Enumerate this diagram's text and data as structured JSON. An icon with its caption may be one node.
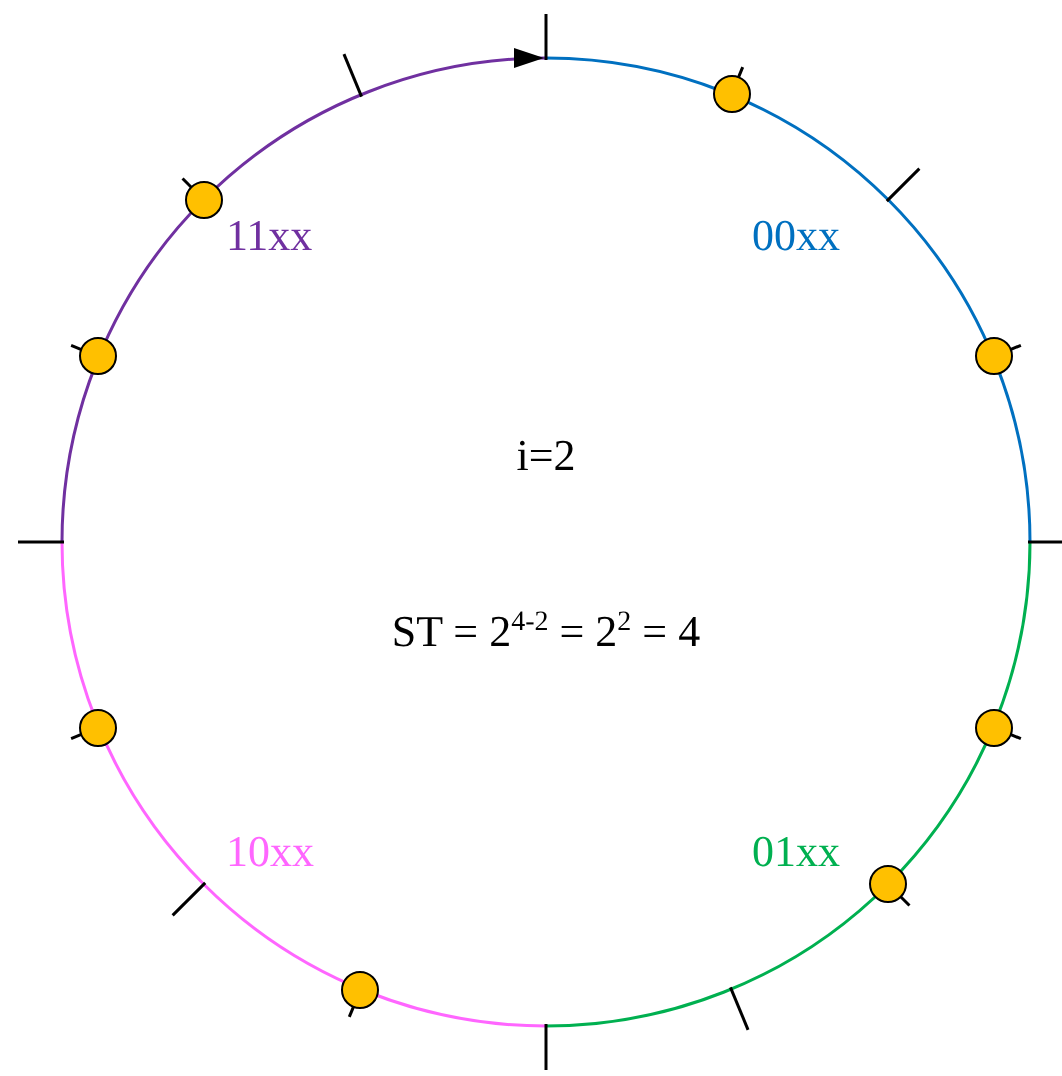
{
  "diagram": {
    "nodes": [
      {
        "text": [],
        "shape": "circle"
      },
      {
        "text": [],
        "shape": "circle"
      },
      {
        "text": [],
        "shape": "circle"
      },
      {
        "text": [],
        "shape": "circle"
      },
      {
        "text": [],
        "shape": "circle"
      },
      {
        "text": [],
        "shape": "circle"
      },
      {
        "text": [],
        "shape": "circle"
      },
      {
        "text": [],
        "shape": "circle"
      }
    ],
    "labels": [
      "11xx",
      "00xx",
      "i=2",
      "ST = 2$^{4-2}$ = 2$^{2}$ = 4",
      "10xx",
      "01xx"
    ]
  }
}
